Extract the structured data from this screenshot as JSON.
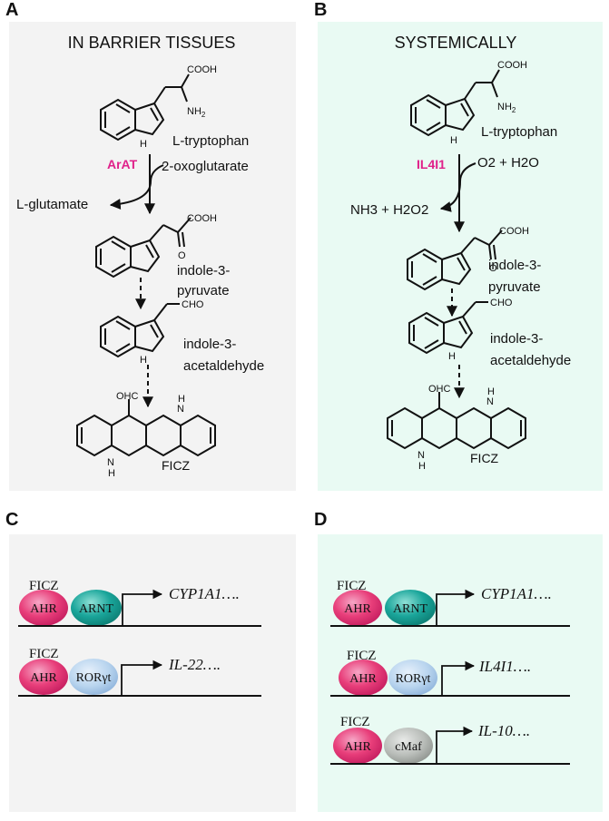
{
  "colors": {
    "panel_left_bg": "#f3f3f3",
    "panel_right_bg": "#e9faf3",
    "enzyme_label": "#e0218a",
    "ahr_fill": "#e83e7a",
    "arnt_fill": "#1aa59a",
    "ror_fill": "#b8d4ee",
    "cmaf_fill": "#b9bdb9"
  },
  "panels": {
    "a": {
      "letter": "A",
      "title": "IN BARRIER TISSUES",
      "enzyme": "ArAT",
      "cosubstrate": "2-oxoglutarate",
      "coproduct": "L-glutamate",
      "tryptophan": "L-tryptophan",
      "ip_line1": "indole-3-",
      "ip_line2": "pyruvate",
      "ia_line1": "indole-3-",
      "ia_line2": "acetaldehyde",
      "ficz": "FICZ"
    },
    "b": {
      "letter": "B",
      "title": "SYSTEMICALLY",
      "enzyme": "IL4I1",
      "cosubstrate": "O2 + H2O",
      "coproduct": "NH3 + H2O2",
      "tryptophan": "L-tryptophan",
      "ip_line1": "indole-3-",
      "ip_line2": "pyruvate",
      "ia_line1": "indole-3-",
      "ia_line2": "acetaldehyde",
      "ficz": "FICZ"
    },
    "c": {
      "letter": "C",
      "complexes": [
        {
          "ligand": "FICZ",
          "ahr": "AHR",
          "partner": "ARNT",
          "gene": "CYP1A1…."
        },
        {
          "ligand": "FICZ",
          "ahr": "AHR",
          "partner": "RORγt",
          "gene": "IL-22…."
        }
      ]
    },
    "d": {
      "letter": "D",
      "complexes": [
        {
          "ligand": "FICZ",
          "ahr": "AHR",
          "partner": "ARNT",
          "gene": "CYP1A1…."
        },
        {
          "ligand": "FICZ",
          "ahr": "AHR",
          "partner": "RORγt",
          "gene": "IL4I1…."
        },
        {
          "ligand": "FICZ",
          "ahr": "AHR",
          "partner": "cMaf",
          "gene": "IL-10…."
        }
      ]
    },
    "chem": {
      "cooh": "COOH",
      "nh2": "NH",
      "nh2_sub": "2",
      "nh": "H",
      "o": "O",
      "cho": "CHO",
      "ohc": "OHC",
      "n": "N",
      "h": "H"
    }
  }
}
